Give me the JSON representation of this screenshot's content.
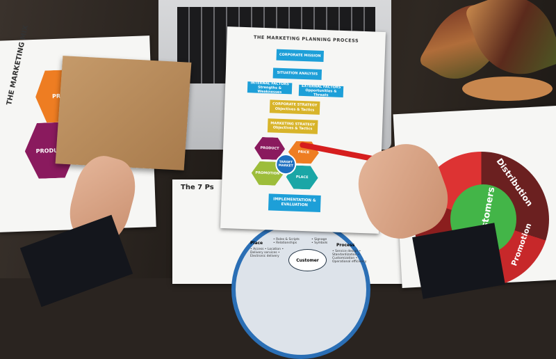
{
  "left_paper": {
    "title": "THE MARKETING MIX",
    "hex_product": "PRODUCT",
    "hex_partial": "PR"
  },
  "center_paper": {
    "title": "THE MARKETING PLANNING PROCESS",
    "corporate_mission": "CORPORATE MISSION",
    "situation_analysis": "SITUATION ANALYSIS",
    "internal": "INTERNAL FACTORS",
    "internal_sub": "Strengths & Weaknesses",
    "external": "EXTERNAL FACTORS",
    "external_sub": "Opportunities & Threats",
    "corp_strategy": "CORPORATE STRATEGY",
    "corp_strategy_sub": "Objectives & Tactics",
    "mkt_strategy": "MARKETING STRATEGY",
    "mkt_strategy_sub": "Objectives & Tactics",
    "product": "PRODUCT",
    "price": "PRICE",
    "promotion": "PROMOTION",
    "place": "PLACE",
    "target": "TARGET MARKET",
    "impl": "IMPLEMENTATION & EVALUATION",
    "colors": {
      "blue": "#1d9fd8",
      "gold": "#d8b42a",
      "purple": "#8a1a5e",
      "orange": "#ee7d22",
      "green": "#9dbd3a",
      "teal": "#1aa6a6"
    }
  },
  "sevenps": {
    "title": "The 7 Ps",
    "people_bullets": "• Roles & Scripts\n• Relationships",
    "evidence_bullets": "• Signage\n• Symbols",
    "place": "Place",
    "place_bullets": "• Access • Location • Delivery services • Electronic delivery",
    "customer": "Customer",
    "process": "Process",
    "process_bullets": "• Service design • Standardization • Customization • Operational efficiency"
  },
  "right_paper": {
    "customers": "Customers",
    "distribution": "Distribution",
    "promotion": "Promotion"
  }
}
